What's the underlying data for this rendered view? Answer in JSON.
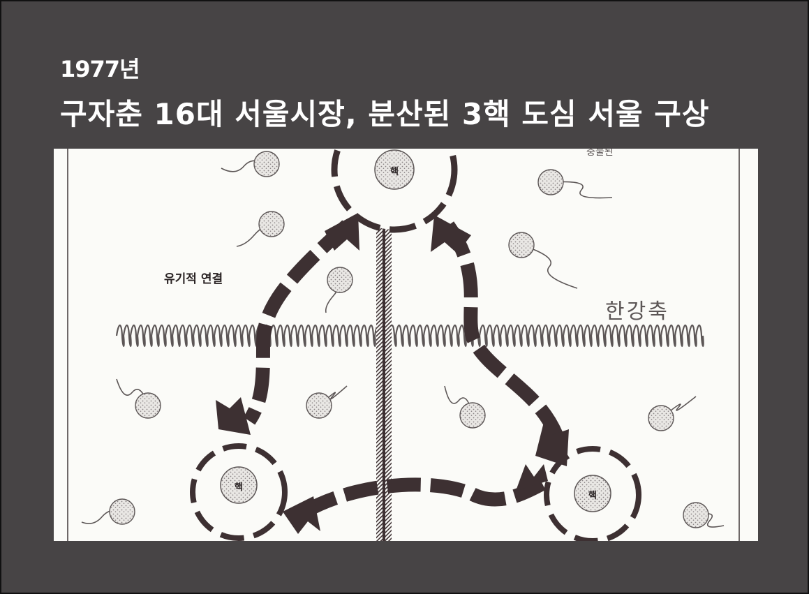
{
  "header": {
    "year": "1977년",
    "title": "구자춘 16대 서울시장, 분산된 3핵 도심 서울 구상"
  },
  "diagram": {
    "labels": {
      "organic_link": "유기적 연결",
      "han_river_axis": "한강축",
      "core": "핵",
      "cut_top_right": "충물된"
    },
    "colors": {
      "frame": "#474445",
      "panel": "#fbfbf8",
      "ink": "#3d3032"
    }
  }
}
